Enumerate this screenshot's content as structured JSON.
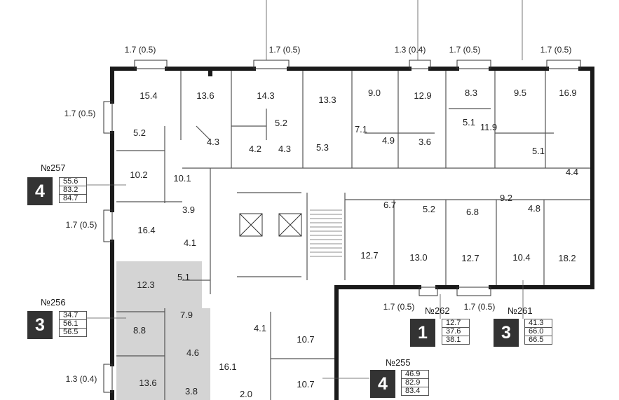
{
  "balconies": [
    "1.7 (0.5)",
    "1.7 (0.5)",
    "1.3 (0.4)",
    "1.7 (0.5)",
    "1.7 (0.5)",
    "1.7 (0.5)",
    "1.7 (0.5)",
    "1.3 (0.4)",
    "1.7 (0.5)",
    "1.7 (0.5)"
  ],
  "rooms": [
    "15.4",
    "13.6",
    "14.3",
    "13.3",
    "9.0",
    "12.9",
    "8.3",
    "9.5",
    "16.9",
    "5.2",
    "4.3",
    "5.2",
    "4.2",
    "4.3",
    "5.3",
    "7.1",
    "4.9",
    "3.6",
    "5.1",
    "11.9",
    "5.1",
    "4.4",
    "10.2",
    "10.1",
    "3.9",
    "9.2",
    "4.8",
    "16.4",
    "6.7",
    "5.2",
    "6.8",
    "4.1",
    "12.7",
    "13.0",
    "12.7",
    "10.4",
    "18.2",
    "12.3",
    "5.1",
    "7.9",
    "8.8",
    "4.6",
    "4.1",
    "10.7",
    "16.1",
    "13.6",
    "3.8",
    "2.0",
    "10.7"
  ],
  "apartments": {
    "a257": {
      "number": "№257",
      "rooms": "4",
      "areas": [
        "55.6",
        "83.2",
        "84.7"
      ]
    },
    "a256": {
      "number": "№256",
      "rooms": "3",
      "areas": [
        "34.7",
        "56.1",
        "56.5"
      ]
    },
    "a262": {
      "number": "№262",
      "rooms": "1",
      "areas": [
        "12.7",
        "37.6",
        "38.1"
      ]
    },
    "a261": {
      "number": "№261",
      "rooms": "3",
      "areas": [
        "41.3",
        "66.0",
        "66.5"
      ]
    },
    "a255": {
      "number": "№255",
      "rooms": "4",
      "areas": [
        "46.9",
        "82.9",
        "83.4"
      ]
    }
  },
  "colors": {
    "wall": "#1a1a1a",
    "highlight": "#d4d4d4",
    "badge": "#333333"
  }
}
